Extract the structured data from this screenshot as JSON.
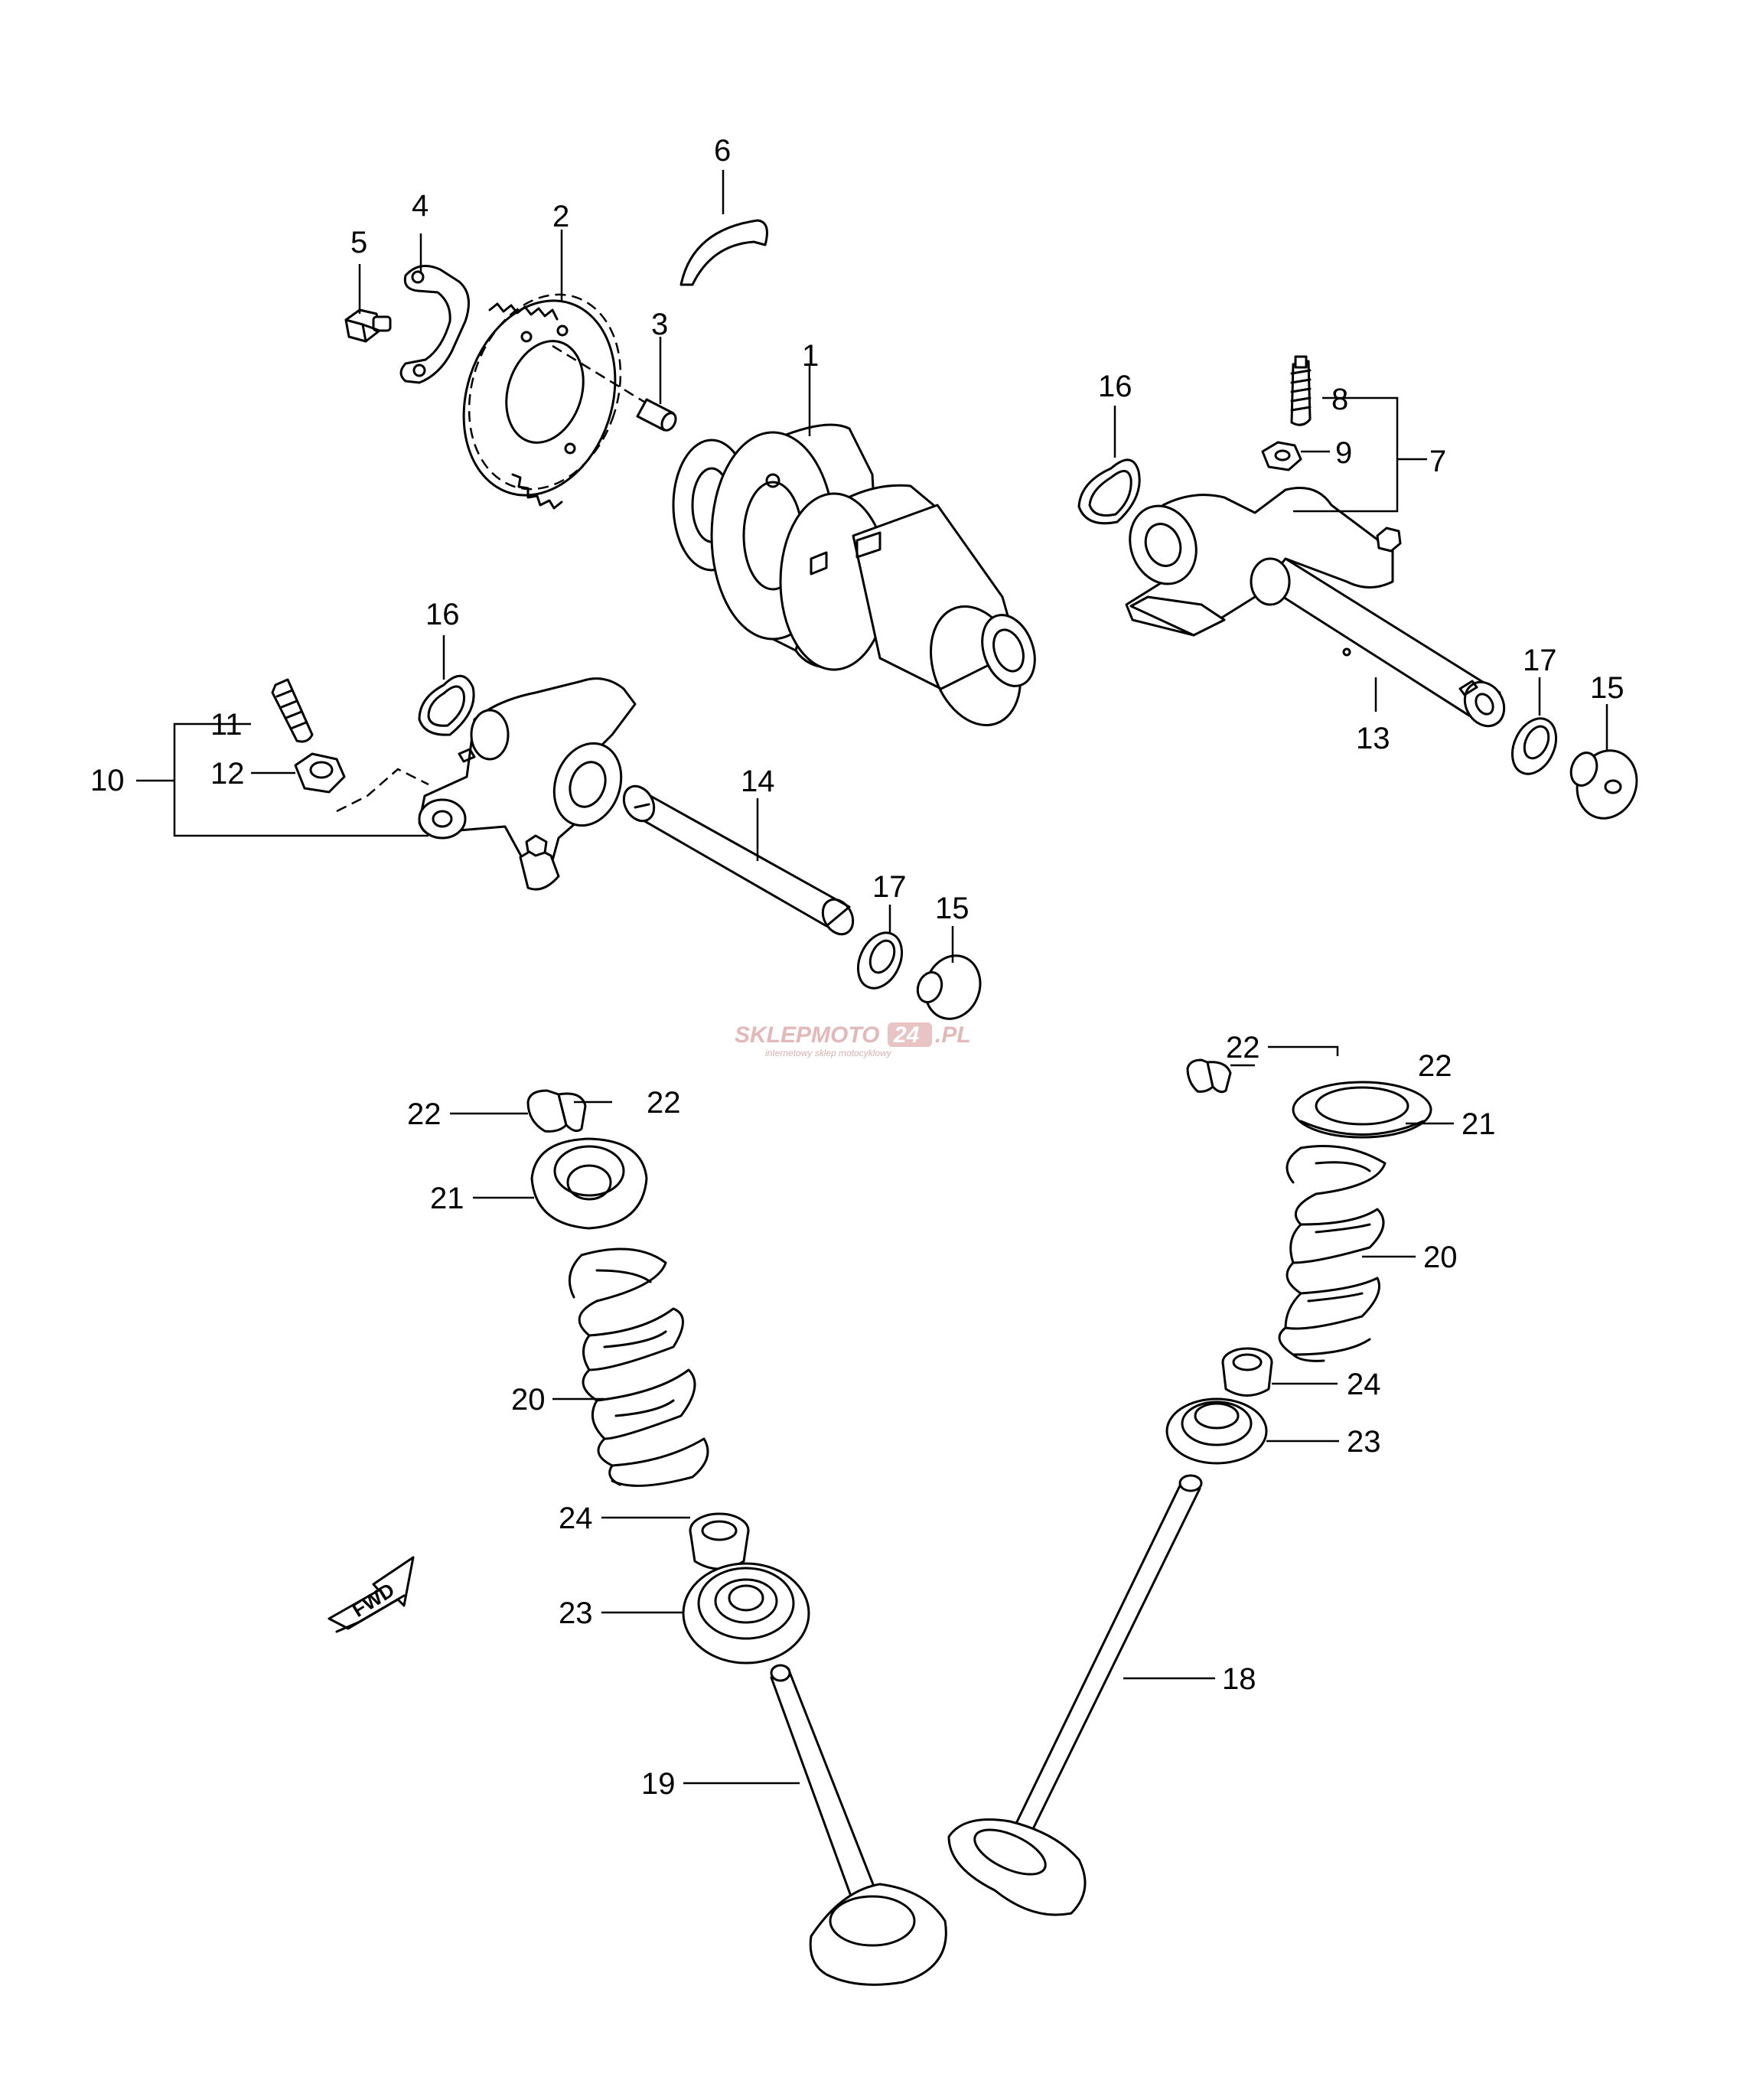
{
  "watermark": {
    "brand": "SKLEPMOTO",
    "brand_badge": "24",
    "domain_suffix": ".PL",
    "tagline": "internetowy sklep motocyklowy"
  },
  "fwd_label": "FWD",
  "callouts": [
    {
      "key": "c1",
      "label": "1"
    },
    {
      "key": "c2",
      "label": "2"
    },
    {
      "key": "c3",
      "label": "3"
    },
    {
      "key": "c4",
      "label": "4"
    },
    {
      "key": "c5",
      "label": "5"
    },
    {
      "key": "c6",
      "label": "6"
    },
    {
      "key": "c7",
      "label": "7"
    },
    {
      "key": "c8",
      "label": "8"
    },
    {
      "key": "c9",
      "label": "9"
    },
    {
      "key": "c10",
      "label": "10"
    },
    {
      "key": "c11",
      "label": "11"
    },
    {
      "key": "c12",
      "label": "12"
    },
    {
      "key": "c13",
      "label": "13"
    },
    {
      "key": "c14",
      "label": "14"
    },
    {
      "key": "c15a",
      "label": "15"
    },
    {
      "key": "c15b",
      "label": "15"
    },
    {
      "key": "c16a",
      "label": "16"
    },
    {
      "key": "c16b",
      "label": "16"
    },
    {
      "key": "c17a",
      "label": "17"
    },
    {
      "key": "c17b",
      "label": "17"
    },
    {
      "key": "c18",
      "label": "18"
    },
    {
      "key": "c19",
      "label": "19"
    },
    {
      "key": "c20a",
      "label": "20"
    },
    {
      "key": "c20b",
      "label": "20"
    },
    {
      "key": "c21a",
      "label": "21"
    },
    {
      "key": "c21b",
      "label": "21"
    },
    {
      "key": "c22a",
      "label": "22"
    },
    {
      "key": "c22b",
      "label": "22"
    },
    {
      "key": "c22c",
      "label": "22"
    },
    {
      "key": "c22d",
      "label": "22"
    },
    {
      "key": "c23a",
      "label": "23"
    },
    {
      "key": "c23b",
      "label": "23"
    },
    {
      "key": "c24a",
      "label": "24"
    },
    {
      "key": "c24b",
      "label": "24"
    }
  ]
}
